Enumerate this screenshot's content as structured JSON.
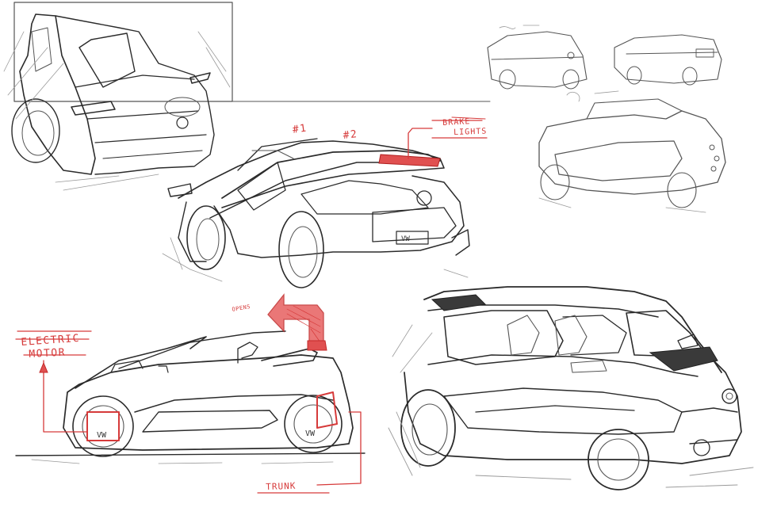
{
  "sketches": [
    {
      "id": "top-left-perspective"
    },
    {
      "id": "center-gullwing-rear"
    },
    {
      "id": "top-right-thumbnails"
    },
    {
      "id": "bottom-left-side-view"
    },
    {
      "id": "bottom-right-front-3q"
    }
  ],
  "annotations": {
    "door_number_1": "#1",
    "door_number_2": "#2",
    "brake_lights_line1": "BRAKE",
    "brake_lights_line2": "LIGHTS",
    "opens": "OPENS",
    "electric_motor_line1": "ELECTRIC",
    "electric_motor_line2": "MOTOR",
    "trunk": "TRUNK"
  },
  "colors": {
    "ink": "#2b2b2b",
    "annotation_red": "#d63a3a",
    "paper": "#ffffff"
  }
}
